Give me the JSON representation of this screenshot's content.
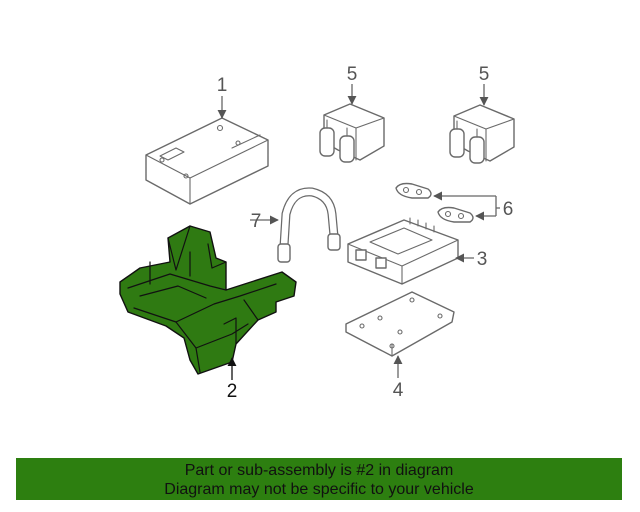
{
  "callouts": [
    {
      "id": "1",
      "label": "1"
    },
    {
      "id": "2",
      "label": "2"
    },
    {
      "id": "3",
      "label": "3"
    },
    {
      "id": "4",
      "label": "4"
    },
    {
      "id": "5a",
      "label": "5"
    },
    {
      "id": "5b",
      "label": "5"
    },
    {
      "id": "6",
      "label": "6"
    },
    {
      "id": "7",
      "label": "7"
    }
  ],
  "highlight_color": "#2d7f10",
  "banner": {
    "line1": "Part or sub-assembly is #2 in diagram",
    "line2": "Diagram may not be specific to your vehicle"
  }
}
